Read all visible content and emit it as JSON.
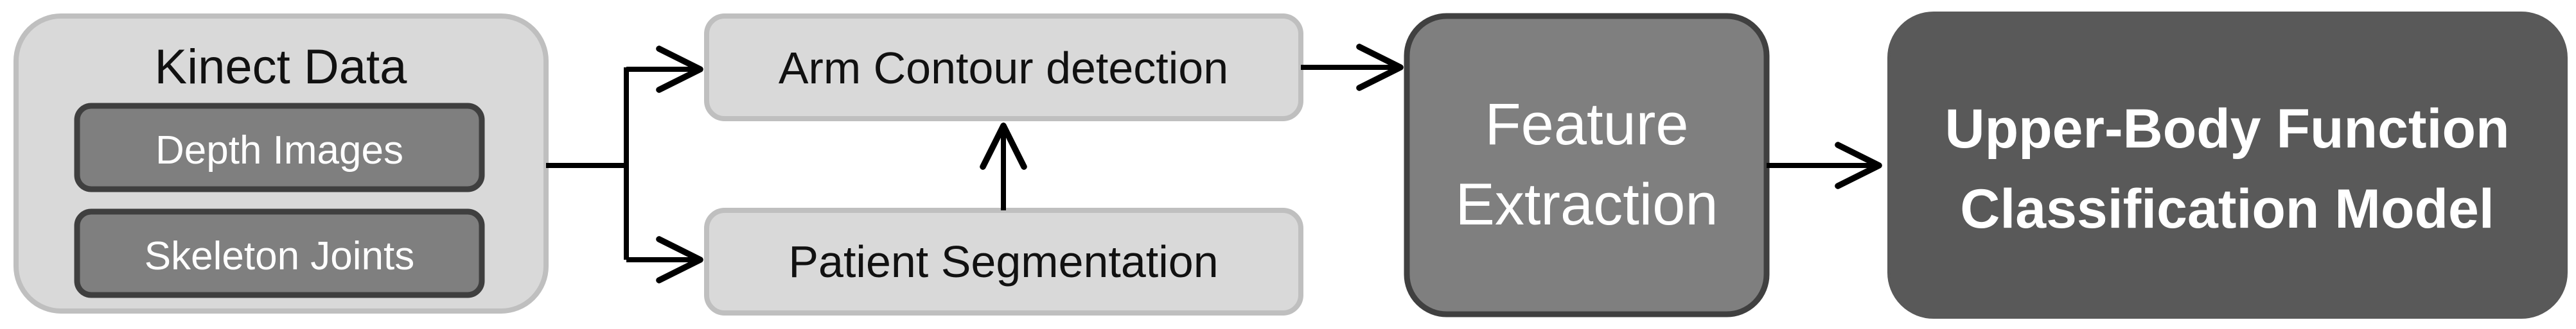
{
  "diagram": {
    "kinect": {
      "title": "Kinect Data",
      "depth_images": "Depth Images",
      "skeleton_joints": "Skeleton Joints"
    },
    "arm_contour": "Arm Contour detection",
    "patient_segmentation": "Patient Segmentation",
    "feature_extraction": {
      "line1": "Feature",
      "line2": "Extraction"
    },
    "classification": {
      "line1": "Upper-Body Function",
      "line2": "Classification Model"
    }
  },
  "colors": {
    "light_box_fill": "#d9d9d9",
    "light_box_border": "#bfbfbf",
    "sub_box_fill": "#7f7f7f",
    "sub_box_border": "#3f3f3f",
    "feature_fill": "#7f7f7f",
    "feature_border": "#404040",
    "model_fill": "#595959",
    "arrow": "#000000",
    "dark_text": "#111111",
    "light_text": "#ffffff"
  }
}
